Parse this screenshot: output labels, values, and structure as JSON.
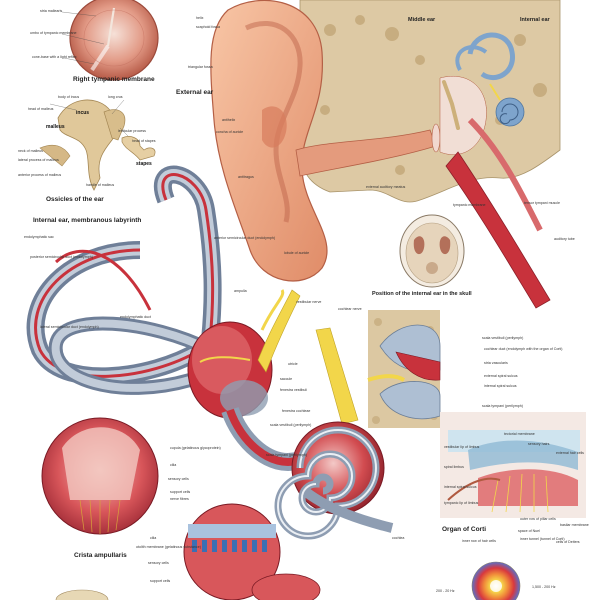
{
  "titles": {
    "right_tympanic_membrane": "Right tympanic membrane",
    "external_ear": "External ear",
    "middle_ear": "Middle ear",
    "internal_ear": "Internal ear",
    "ossicles": "Ossicles of the ear",
    "membranous_labyrinth": "Internal ear, membranous labyrinth",
    "position_skull": "Position of the internal ear in the skull",
    "crista_ampullaris": "Crista ampullaris",
    "organ_of_corti": "Organ of Corti"
  },
  "labels": {
    "tympanic": {
      "stria_mallearis": "stria mallearis",
      "umbo": "umbo of tympanic membrane",
      "cone_of_light": "cone-base with a light reflex"
    },
    "external": {
      "helix": "helix",
      "scaphoid_fossa": "scaphoid fossa",
      "triangular_fossa": "triangular fossa",
      "antihelix": "antihelix",
      "concha": "concha of auricle",
      "antitragus": "antitragus",
      "lobule": "lobule of auricle",
      "auditory_meatus": "external auditory meatus",
      "tympanic_membrane": "tympanic membrane",
      "tensor_tympani": "tensor tympani muscle",
      "auditory_tube": "auditory tube"
    },
    "ossicles": {
      "body_of_incus": "body of incus",
      "head_of_malleus": "head of malleus",
      "incus": "incus",
      "malleus": "malleus",
      "long_crus": "long crus",
      "lenticular_process": "lenticular process",
      "head_of_stapes": "head of stapes",
      "neck_of_malleus": "neck of malleus",
      "lateral_process": "lateral process of malleus",
      "anterior_process": "anterior process of malleus",
      "handle_of_malleus": "handle of malleus",
      "stapes": "stapes"
    },
    "labyrinth": {
      "endolymphatic_sac": "endolymphatic sac",
      "posterior_duct": "posterior semicircular duct (endolymph)",
      "anterior_duct": "anterior semicircular duct (endolymph)",
      "ampulla": "ampulla",
      "vestibular_nerve": "vestibular nerve",
      "endolymphatic_duct": "endolymphatic duct",
      "lateral_duct": "lateral semicircular duct (endolymph)",
      "cochlear_nerve": "cochlear nerve",
      "utricle": "utricle",
      "saccule": "saccule",
      "fenestra_vestibuli": "fenestra vestibuli",
      "fenestra_cochleae": "fenestra cochleae",
      "scala_vestibuli": "scala vestibuli (perilymph)",
      "scala_tympani": "scala tympani (perilymph)",
      "cochlea": "cochlea"
    },
    "section": {
      "scala_vestibuli": "scala vestibuli (perilymph)",
      "cochlear_duct": "cochlear duct (endolymph with the organ of Corti)",
      "stria_vascularis": "stria vascularis",
      "external_spiral_sulcus": "external spiral sulcus",
      "internal_spiral_sulcus": "internal spiral sulcus",
      "scala_tympani": "scala tympani (perilymph)"
    },
    "crista": {
      "cupula": "cupula (gelatinous glycoprotein)",
      "cilia": "cilia",
      "sensory_cells": "sensory cells",
      "support_cells": "support cells",
      "nerve_fibres": "nerve fibres",
      "cilia_bottom": "cilia",
      "otolith": "otolith membrane (gelatinous substance)",
      "sensory_cells_bottom": "sensory cells",
      "support_cells_bottom": "support cells"
    },
    "corti": {
      "tectorial": "tectorial membrane",
      "sensory_hairs": "sensory hairs",
      "external_hair_cells": "external hair cells",
      "vestibular_lip": "vestibular lip of limbus",
      "spiral_limbus": "spiral limbus",
      "internal_spiral_sulcus": "internal spiral sulcus",
      "tympanic_lip": "tympanic lip of limbus",
      "inner_hair_cells": "inner row of hair cells",
      "outer_pillar": "outer row of pillar cells",
      "space_of_nuel": "space of Nuel",
      "inner_tunnel": "inner tunnel (tunnel of Corti)",
      "basilar": "basilar membrane",
      "cells_of_deiters": "cells of Deiters"
    },
    "frequency": {
      "low": "200 - 20 Hz",
      "high": "1,500 - 200 Hz"
    }
  },
  "colors": {
    "skin": "#efb08c",
    "skin_dark": "#c8704f",
    "bone": "#d9c7a4",
    "bone_dark": "#a48d63",
    "duct_red": "#c8323c",
    "duct_grey": "#8e9db2",
    "nerve_yellow": "#f2d64a",
    "cavity_blue": "#8fb4d6"
  }
}
